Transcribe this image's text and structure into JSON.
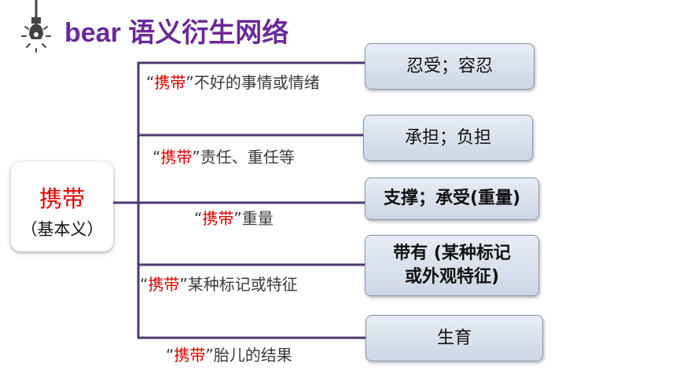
{
  "title": {
    "latin": "bear",
    "chinese": "语义衍生网络"
  },
  "root": {
    "keyword": "携带",
    "subtitle": "（基本义）"
  },
  "edges": [
    {
      "q_open": "“",
      "keyword": "携带",
      "q_close": "”",
      "text": "不好的事情或情绪"
    },
    {
      "q_open": "“",
      "keyword": "携带",
      "q_close": "”",
      "text": "责任、重任等"
    },
    {
      "q_open": "“",
      "keyword": "携带",
      "q_close": "”",
      "text": "重量"
    },
    {
      "q_open": "“",
      "keyword": "携带",
      "q_close": "”",
      "text": "某种标记或特征"
    },
    {
      "q_open": "“",
      "keyword": "携带",
      "q_close": "”",
      "text": "胎儿的结果"
    }
  ],
  "leaves": [
    {
      "lines": [
        "忍受；容忍"
      ]
    },
    {
      "lines": [
        "承担；负担"
      ]
    },
    {
      "lines": [
        "支撑；承受(重量)"
      ]
    },
    {
      "lines": [
        "带有 (某种标记",
        "或外观特征)"
      ]
    },
    {
      "lines": [
        "生育"
      ]
    }
  ],
  "colors": {
    "accent": "#6a2a9a",
    "keyword": "#e00000",
    "line": "#4e3a6e",
    "leaf_border": "#8b98ab"
  },
  "icons": {
    "header": "lightbulb-icon"
  }
}
